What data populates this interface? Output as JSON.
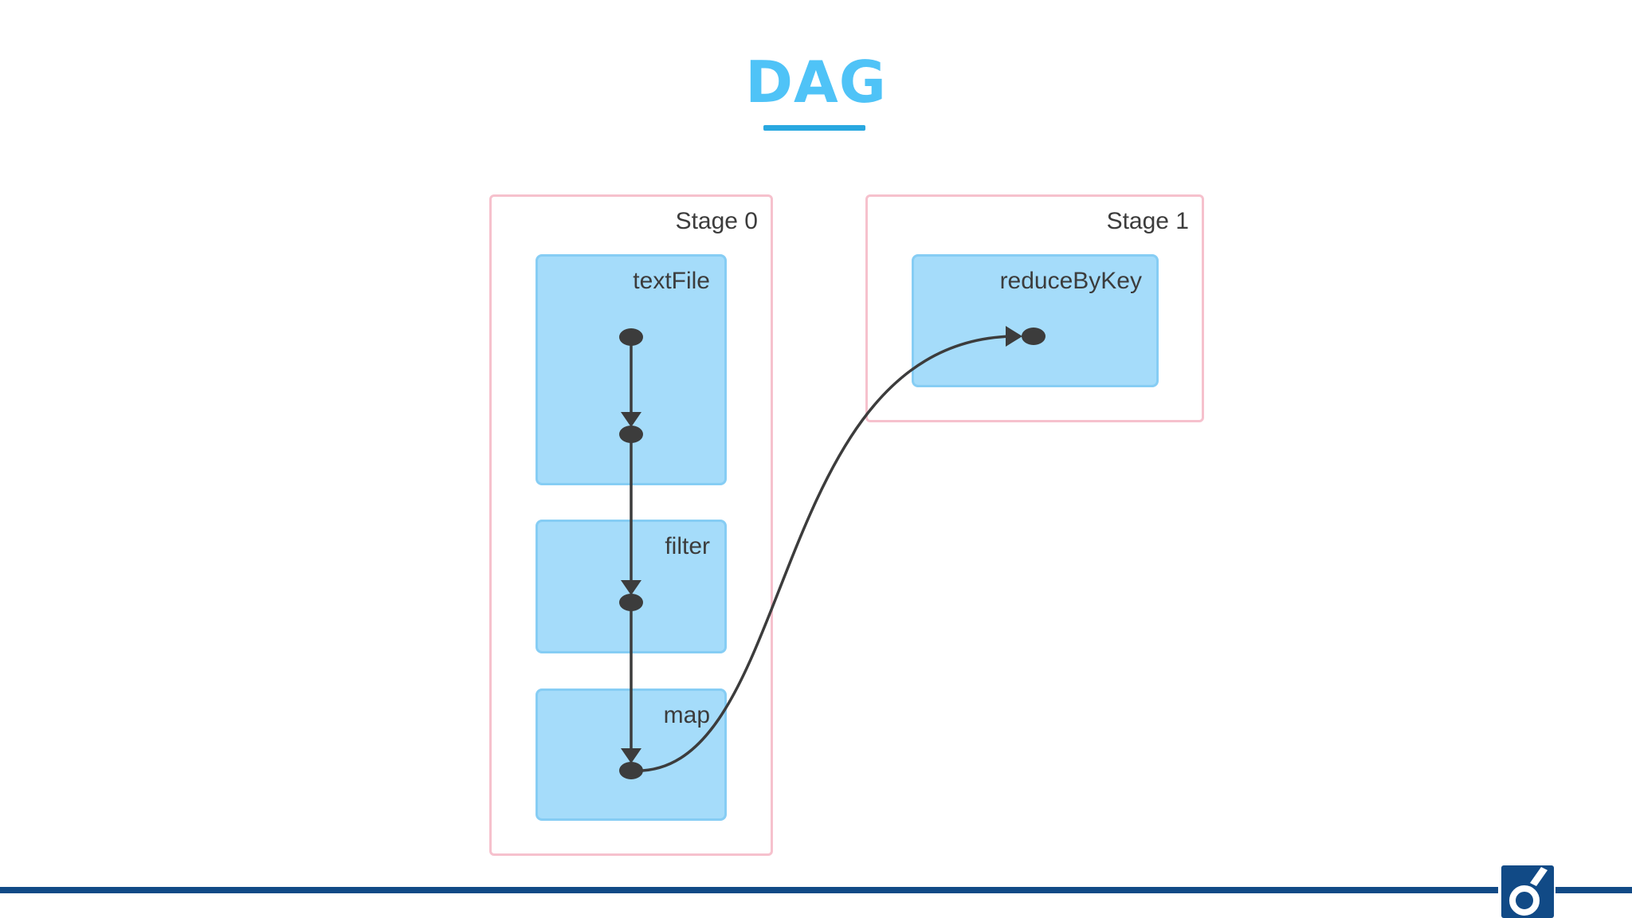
{
  "slide": {
    "title": "DAG"
  },
  "diagram": {
    "stages": [
      {
        "label": "Stage 0"
      },
      {
        "label": "Stage 1"
      }
    ],
    "operations": [
      {
        "label": "textFile",
        "stage": "Stage 0"
      },
      {
        "label": "filter",
        "stage": "Stage 0"
      },
      {
        "label": "map",
        "stage": "Stage 0"
      },
      {
        "label": "reduceByKey",
        "stage": "Stage 1"
      }
    ],
    "edges": [
      {
        "from": "textFile.node1",
        "to": "textFile.node2"
      },
      {
        "from": "textFile.node2",
        "to": "filter.node"
      },
      {
        "from": "filter.node",
        "to": "map.node"
      },
      {
        "from": "map.node",
        "to": "reduceByKey.node"
      }
    ],
    "colors": {
      "title": "#4fc3f7",
      "title_underline": "#29a8e0",
      "stage_border": "#f6c1cd",
      "operation_fill": "#a5dcfa",
      "operation_border": "#86cdf4",
      "edge": "#3c3c3c",
      "footer_line": "#114a86",
      "logo_background": "#114a86"
    }
  },
  "footer": {
    "logo_icon": "brand-logo-icon"
  }
}
